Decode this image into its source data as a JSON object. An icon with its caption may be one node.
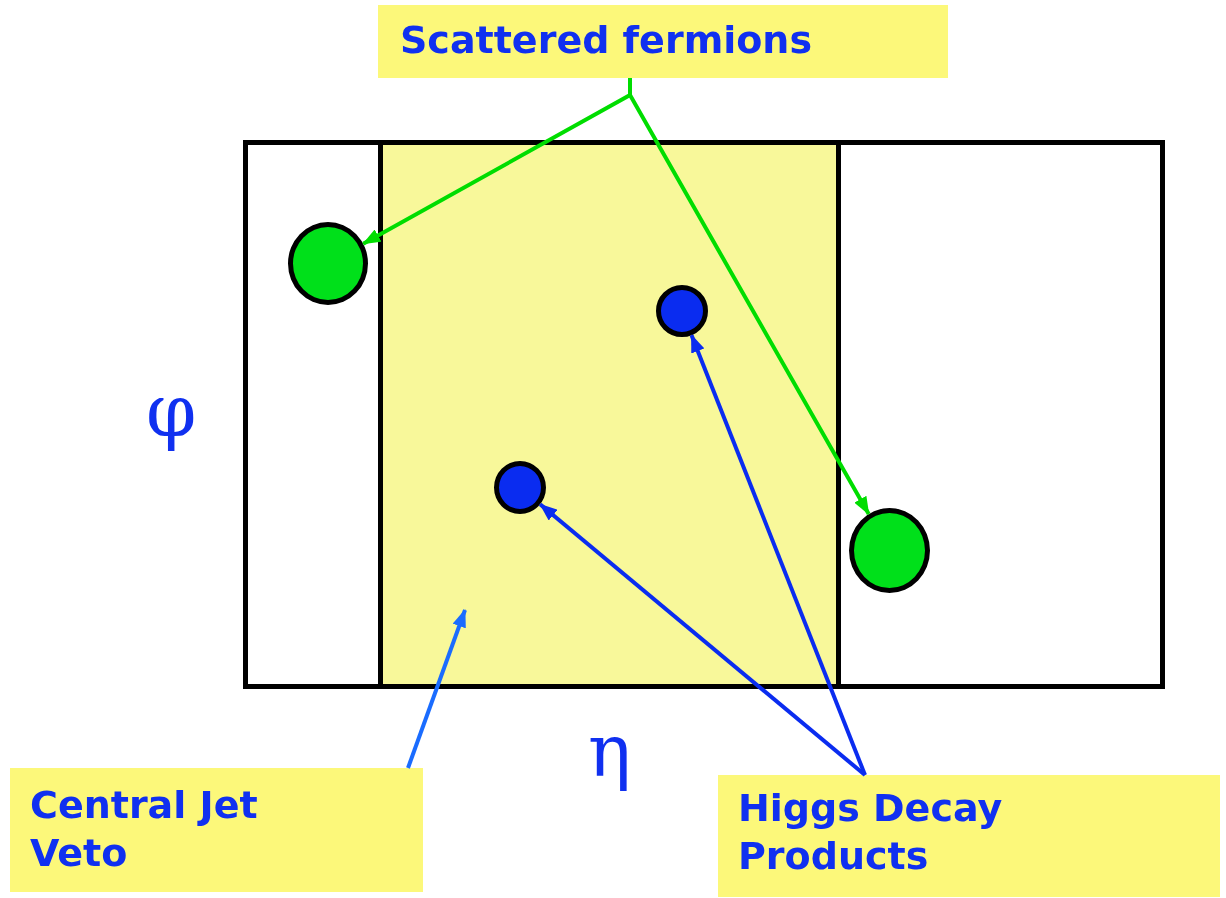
{
  "diagram": {
    "nodes": [
      {
        "text": [
          "Scattered fermions"
        ]
      },
      {
        "text": [],
        "shape": "box"
      },
      {
        "text": [],
        "shape": "box"
      },
      {
        "text": [],
        "shape": "box"
      },
      {
        "text": [],
        "shape": "circle",
        "in": 1
      },
      {
        "text": [],
        "shape": "circle",
        "in": 2
      },
      {
        "text": [],
        "shape": "circle",
        "in": 2
      },
      {
        "text": [],
        "shape": "circle",
        "in": 3
      },
      {
        "text": [
          "Central Jet Veto"
        ]
      },
      {
        "text": [
          "Higgs Decay Products"
        ]
      }
    ],
    "edges": [
      {
        "from": 0,
        "to": 4,
        "arrow": "to",
        "color": "#00dd00"
      },
      {
        "from": 0,
        "to": 7,
        "arrow": "to",
        "color": "#00dd00"
      },
      {
        "from": 8,
        "to": 2,
        "arrow": "to",
        "color": "#1a6cff"
      },
      {
        "from": 9,
        "to": 5,
        "arrow": "to",
        "color": "#0a2cf0"
      },
      {
        "from": 9,
        "to": 6,
        "arrow": "to",
        "color": "#0a2cf0"
      }
    ],
    "labels": [
      "φ",
      "η"
    ]
  }
}
